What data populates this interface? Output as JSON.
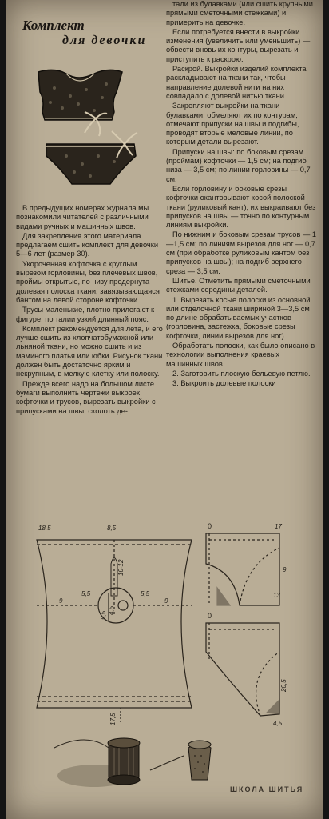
{
  "article": {
    "title_line1": "Комплект",
    "title_line2": "для девочки",
    "left_paragraphs": [
      "В предыдущих номерах журнала мы познакомили читателей с различными видами ручных и машинных швов.",
      "Для закрепления этого материала предлагаем сшить комплект для девочки 5—6 лет (размер 30).",
      "Укороченная кофточка с круглым вырезом горловины, без плечевых швов, проймы открытые, по низу продернута долевая полоска ткани, завязывающаяся бантом на левой стороне кофточки.",
      "Трусы маленькие, плотно прилегают к фигуре, по талии узкий длинный пояс.",
      "Комплект рекомендуется для лета, и его лучше сшить из хлопчатобумажной или льняной ткани, но можно сшить и из маминого платья или юбки. Рисунок ткани должен быть достаточно ярким и некрупным, в мелкую клетку или полоску.",
      "Прежде всего надо на большом листе бумаги выполнить чертежи выкроек кофточки и трусов, вырезать выкройки с припусками на швы, сколоть де-"
    ],
    "right_paragraphs": [
      "тали из булавками (или сшить крупными прямыми сметочными стежками) и примерить на девочке.",
      "Если потребуется внести в выкройки изменения (увеличить или уменьшить) — обвести вновь их контуры, вырезать и приступить к раскрою.",
      "Раскрой. Выкройки изделий комплекта раскладывают на ткани так, чтобы направление долевой нити на них совпадало с долевой нитью ткани.",
      "Закрепляют выкройки на ткани булавками, обмеляют их по контурам, отмечают припуски на швы и подгибы, проводят вторые меловые линии, по которым детали вырезают.",
      "Припуски на швы: по боковым срезам (проймам) кофточки — 1,5 см; на подгиб низа — 3,5 см; по линии горловины — 0,7 см.",
      "Если горловину и боковые срезы кофточки окантовывают косой полоской ткани (руликовый кант), их выкраивают без припусков на швы — точно по контурным линиям выкройки.",
      "По нижним и боковым срезам трусов — 1—1,5 см; по линиям вырезов для ног — 0,7 см (при обработке руликовым кантом без припусков на швы); на подгиб верхнего среза — 3,5 см.",
      "Шитье. Отметить прямыми сметочными стежками середины деталей.",
      "1. Вырезать косые полоски из основной или отделочной ткани шириной 3—3,5 см по длине обрабатываемых участков (горловина, застежка, боковые срезы кофточки, линии вырезов для ног).",
      "Обработать полоски, как было описано в технологии выполнения краевых машинных швов.",
      "2. Заготовить плоскую бельевую петлю.",
      "3. Выкроить долевые полоски"
    ]
  },
  "pattern_labels": {
    "top_left": "18,5",
    "top_mid": "8,5",
    "slit": "10-12",
    "neck_left": "5,5",
    "neck_right": "5,5",
    "neck_v1": "5,5",
    "neck_v2": "4,5",
    "side_left": "9",
    "side_right": "9",
    "bottom": "17,5",
    "right_top_zero": "0",
    "right_top_17": "17",
    "right_nine": "9",
    "right_13": "13",
    "right_lower_zero": "0",
    "right_20_5": "20,5",
    "right_4_5": "4,5"
  },
  "footer": {
    "label": "ШКОЛА ШИТЬЯ"
  },
  "colors": {
    "paper": "#b9ad96",
    "ink": "#1c1812",
    "background": "#141414"
  }
}
